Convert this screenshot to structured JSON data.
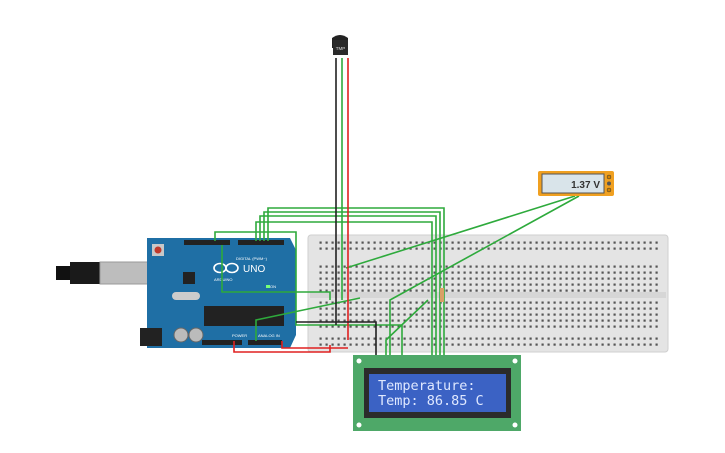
{
  "sensor": {
    "label": "TMP"
  },
  "multimeter": {
    "reading": "1.37 V"
  },
  "arduino": {
    "model": "UNO",
    "brand": "ARDUINO",
    "digital_label": "DIGITAL (PWM~)",
    "power_label": "POWER",
    "analog_label": "ANALOG IN",
    "on_label": "ON"
  },
  "lcd": {
    "line1": "Temperature:",
    "line2": "Temp: 86.85 C"
  },
  "colors": {
    "board": "#1f6fa5",
    "breadboard": "#e6e6e6",
    "lcd_pcb": "#4ea868",
    "lcd_screen": "#3b62c4",
    "wire_green": "#2eaa3c",
    "wire_red": "#e02020",
    "wire_black": "#222222",
    "meter": "#f0a020"
  }
}
